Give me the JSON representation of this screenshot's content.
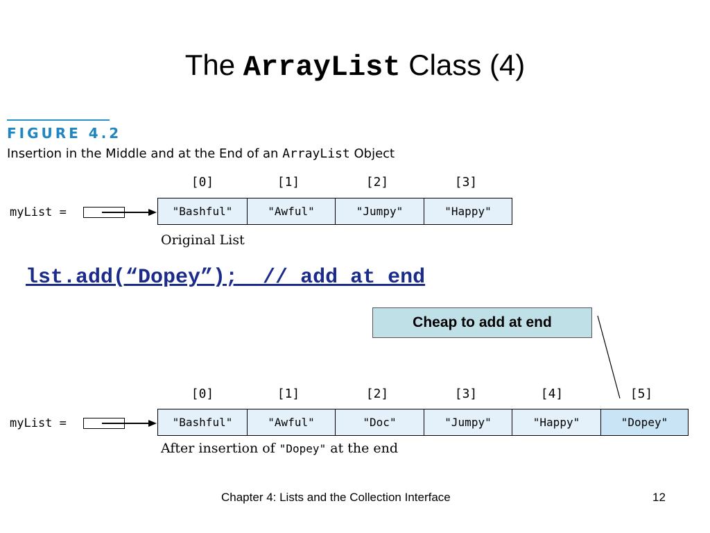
{
  "slide": {
    "title_prefix": "The",
    "title_code": "ArrayList",
    "title_suffix": "Class (4)"
  },
  "figure": {
    "label": "FIGURE 4.2",
    "caption_prefix": "Insertion in the Middle and at the End of an",
    "caption_code": "ArrayList",
    "caption_suffix": "Object"
  },
  "original_list": {
    "var_label": "myList =",
    "indices": [
      "[0]",
      "[1]",
      "[2]",
      "[3]"
    ],
    "values": [
      "\"Bashful\"",
      "\"Awful\"",
      "\"Jumpy\"",
      "\"Happy\""
    ],
    "caption": "Original List"
  },
  "code_line": "lst.add(“Dopey”);  // add at end",
  "callout": "Cheap to add at end",
  "after_list": {
    "var_label": "myList =",
    "indices": [
      "[0]",
      "[1]",
      "[2]",
      "[3]",
      "[4]",
      "[5]"
    ],
    "values": [
      "\"Bashful\"",
      "\"Awful\"",
      "\"Doc\"",
      "\"Jumpy\"",
      "\"Happy\"",
      "\"Dopey\""
    ],
    "caption_prefix": "After insertion of",
    "caption_code": "\"Dopey\"",
    "caption_suffix": "at the end"
  },
  "footer": {
    "chapter": "Chapter 4: Lists and the Collection Interface",
    "page": "12"
  },
  "colors": {
    "cell_fill": "#e4f1fa",
    "new_cell_fill": "#c9e4f5",
    "figure_label": "#1f86c2",
    "code_text": "#1b2b8c",
    "callout_fill": "#bfe0e6"
  }
}
